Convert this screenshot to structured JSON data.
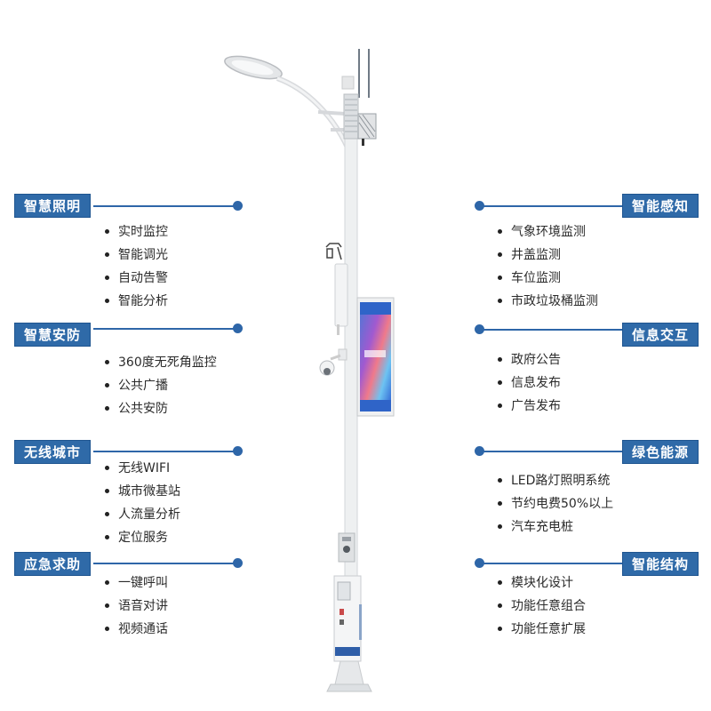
{
  "diagram": {
    "subject": "smart-street-lamp-pole",
    "colors": {
      "label_bg": "#2f6aa8",
      "label_text": "#ffffff",
      "connector": "#2e66a8",
      "item_text": "#2b2b2b"
    },
    "left_sections": [
      {
        "title": "智慧照明",
        "items": [
          "实时监控",
          "智能调光",
          "自动告警",
          "智能分析"
        ]
      },
      {
        "title": "智慧安防",
        "items": [
          "360度无死角监控",
          "公共广播",
          "公共安防"
        ]
      },
      {
        "title": "无线城市",
        "items": [
          "无线WIFI",
          "城市微基站",
          "人流量分析",
          "定位服务"
        ]
      },
      {
        "title": "应急求助",
        "items": [
          "一键呼叫",
          "语音对讲",
          "视频通话"
        ]
      }
    ],
    "right_sections": [
      {
        "title": "智能感知",
        "items": [
          "气象环境监测",
          "井盖监测",
          "车位监测",
          "市政垃圾桶监测"
        ]
      },
      {
        "title": "信息交互",
        "items": [
          "政府公告",
          "信息发布",
          "广告发布"
        ]
      },
      {
        "title": "绿色能源",
        "items": [
          "LED路灯照明系统",
          "节约电费50%以上",
          "汽车充电桩"
        ]
      },
      {
        "title": "智能结构",
        "items": [
          "模块化设计",
          "功能任意组合",
          "功能任意扩展"
        ]
      }
    ]
  }
}
